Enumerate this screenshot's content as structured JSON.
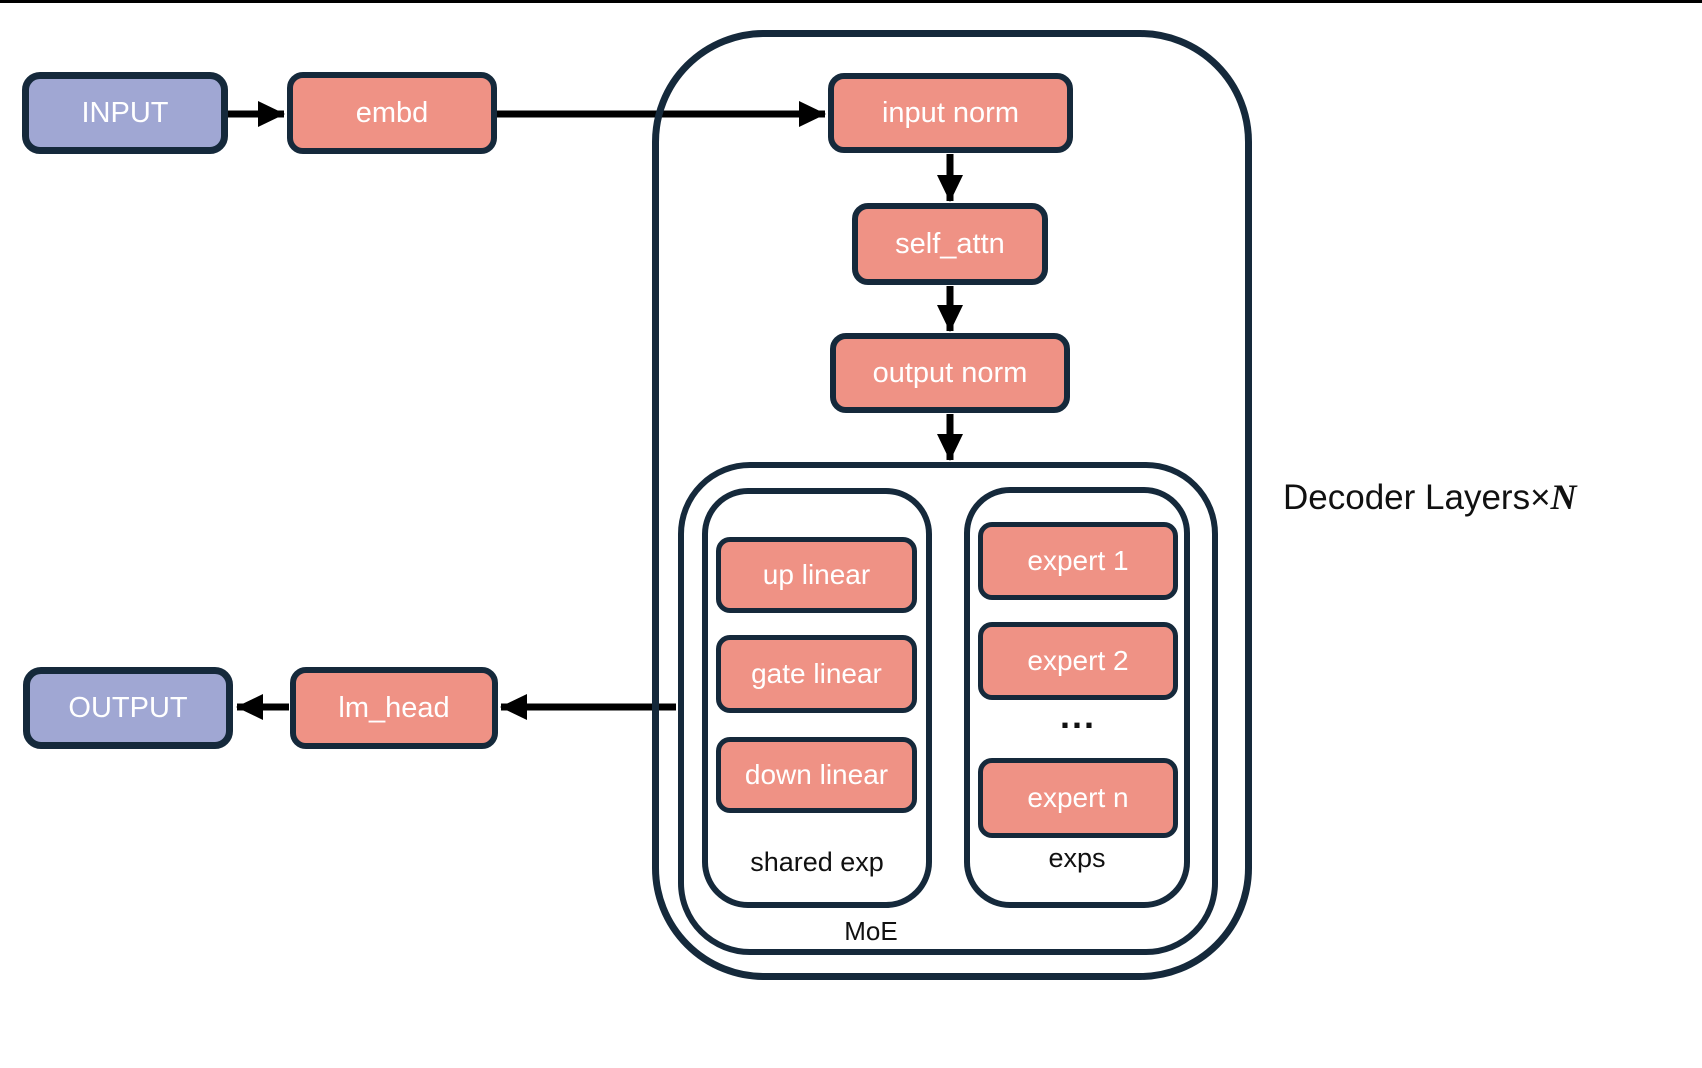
{
  "colors": {
    "io_fill": "#A0A7D3",
    "module_fill": "#EF9285",
    "outline": "#15293B",
    "arrow": "#000000",
    "box_text": "#FFFFFF",
    "label_text": "#111111",
    "background": "#FFFFFF"
  },
  "nodes": {
    "input": "INPUT",
    "embd": "embd",
    "input_norm": "input norm",
    "self_attn": "self_attn",
    "output_norm": "output norm",
    "up_linear": "up linear",
    "gate_linear": "gate linear",
    "down_linear": "down linear",
    "expert_1": "expert 1",
    "expert_2": "expert 2",
    "expert_ellipsis": "...",
    "expert_n": "expert n",
    "lm_head": "lm_head",
    "output": "OUTPUT"
  },
  "labels": {
    "shared_exp": "shared exp",
    "exps": "exps",
    "moe": "MoE",
    "decoder_prefix": "Decoder Layers×",
    "decoder_n": "N"
  }
}
